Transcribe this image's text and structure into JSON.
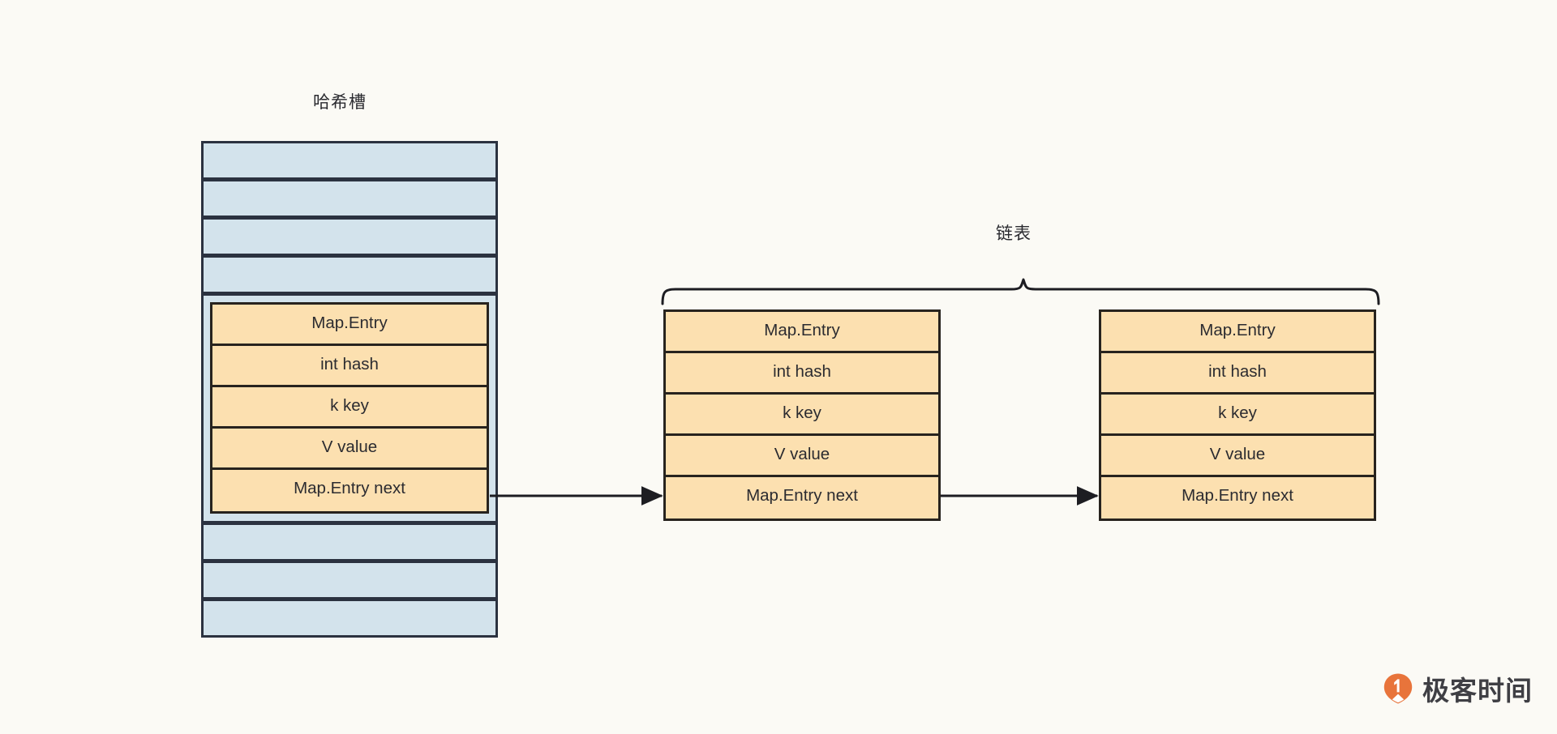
{
  "diagram": {
    "background_color": "#fbfaf5",
    "slot_fill_color": "#d3e3ec",
    "entry_fill_color": "#fce0b0",
    "stroke_color": "#27231e",
    "hash_slot_label": "哈希槽",
    "linked_list_label": "链表",
    "hash_slots": [
      {
        "id": "slot-1",
        "occupied": false
      },
      {
        "id": "slot-2",
        "occupied": false
      },
      {
        "id": "slot-3",
        "occupied": false
      },
      {
        "id": "slot-4",
        "occupied": false
      },
      {
        "id": "slot-5",
        "occupied": true
      },
      {
        "id": "slot-6",
        "occupied": false
      },
      {
        "id": "slot-7",
        "occupied": false
      },
      {
        "id": "slot-8",
        "occupied": false
      }
    ],
    "entry_rows": [
      "Map.Entry",
      "int hash",
      "k key",
      "V value",
      "Map.Entry next"
    ],
    "entries": [
      {
        "id": "entry-1",
        "position": "in-slot"
      },
      {
        "id": "entry-2",
        "position": "chain-middle"
      },
      {
        "id": "entry-3",
        "position": "chain-tail"
      }
    ],
    "arrows": [
      {
        "id": "arrow-entry1-to-entry2",
        "from": "entry-1",
        "to": "entry-2"
      },
      {
        "id": "arrow-entry2-to-entry3",
        "from": "entry-2",
        "to": "entry-3"
      }
    ],
    "brace": {
      "id": "linked-list-brace",
      "covers": [
        "entry-2",
        "entry-3"
      ]
    }
  },
  "brand": {
    "name": "极客时间",
    "icon": "geekbang-logo-icon",
    "icon_color": "#e8743b"
  }
}
